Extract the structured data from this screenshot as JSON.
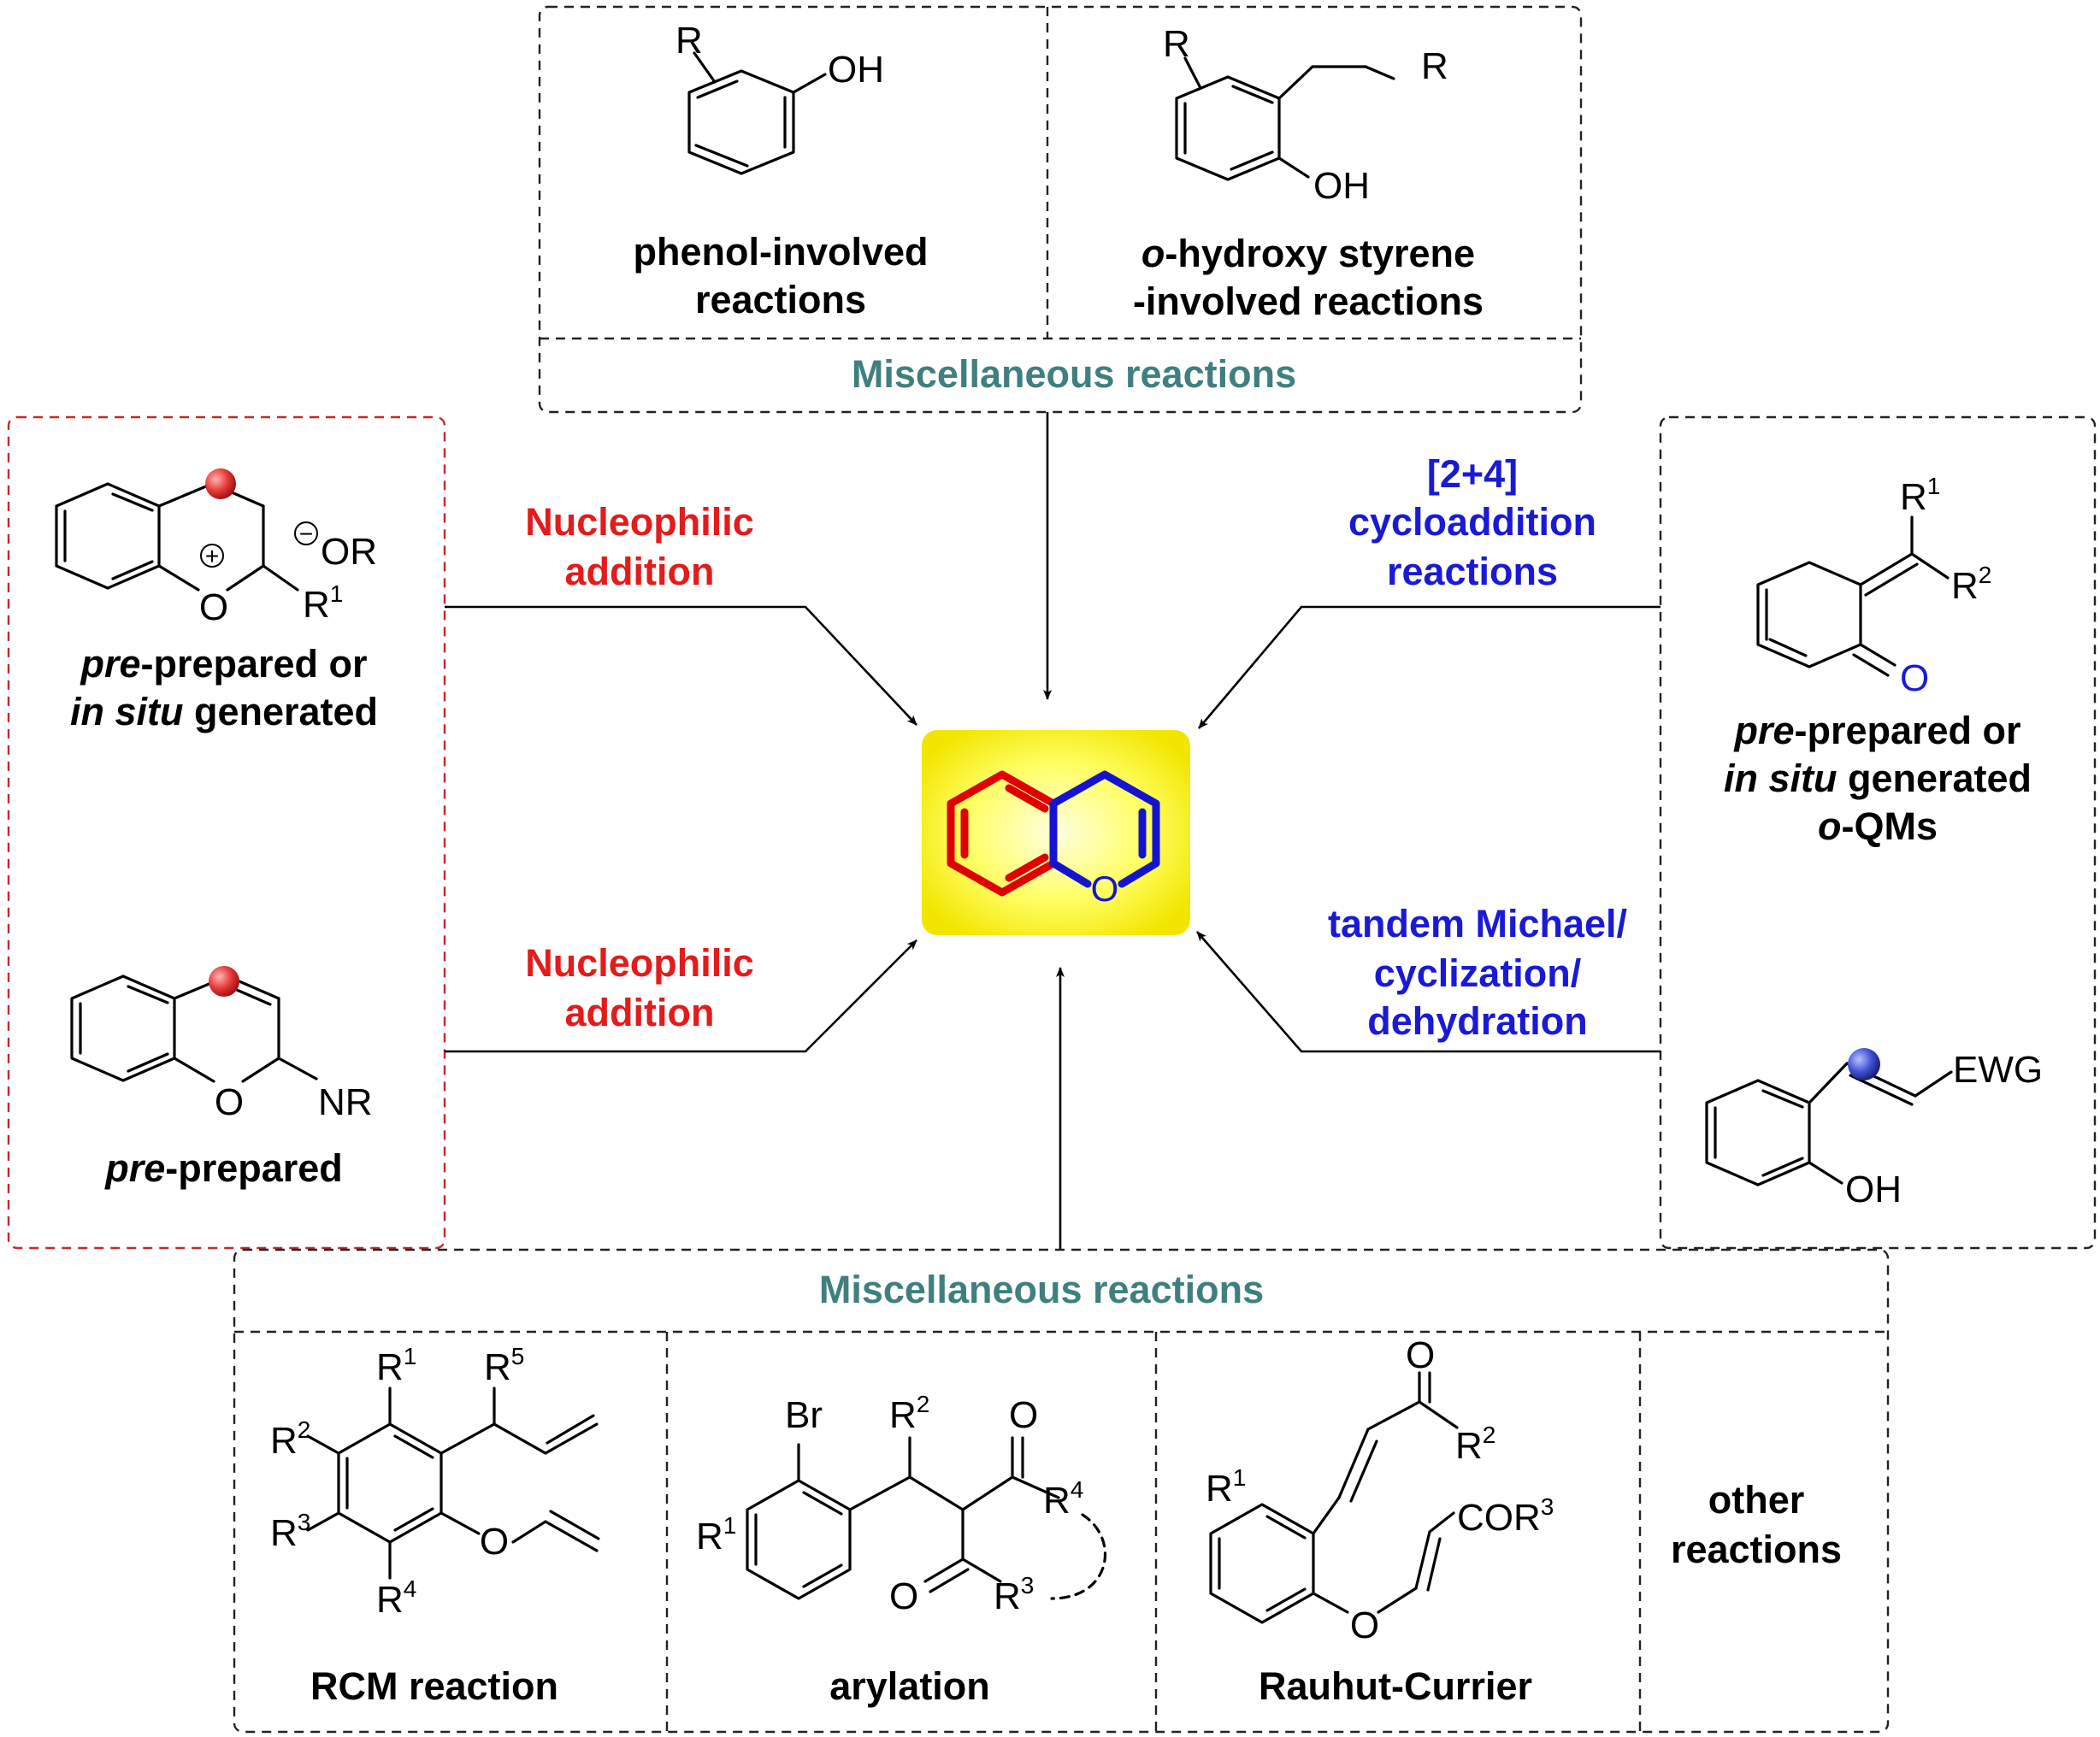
{
  "colors": {
    "red_label": "#e31b1b",
    "blue_label": "#1a1ad6",
    "teal_label": "#3f7f7f",
    "core_bg": "#ffff33",
    "core_red_ring": "#e00000",
    "core_blue_ring": "#1414d0",
    "red_box_border": "#c62828",
    "red_ball": "#e53935",
    "blue_ball": "#3f51d4"
  },
  "top": {
    "phenol": {
      "lines": [
        "phenol-involved",
        "reactions"
      ],
      "atoms": {
        "r": "R",
        "oh": "OH"
      }
    },
    "styrene": {
      "line1_italic": "o",
      "line1_rest": "-hydroxy styrene",
      "line2": "-involved reactions",
      "atoms": {
        "r1": "R",
        "r2": "R",
        "oh": "OH"
      }
    },
    "caption": "Miscellaneous reactions"
  },
  "left": {
    "pyrylium": {
      "atoms": {
        "plus": "+",
        "minus": "−",
        "or": "OR",
        "o": "O",
        "r1": "R",
        "r1_sup": "1"
      },
      "caption_line1_italic": "pre",
      "caption_line1_rest": "-prepared or",
      "caption_line2_italic": "in situ",
      "caption_line2_rest": " generated"
    },
    "imine": {
      "atoms": {
        "o": "O",
        "nr": "NR"
      },
      "caption_italic": "pre",
      "caption_rest": "-prepared"
    }
  },
  "arrows": {
    "left_top": [
      "Nucleophilic",
      "addition"
    ],
    "left_bottom": [
      "Nucleophilic",
      "addition"
    ],
    "right_top": [
      "[2+4]",
      "cycloaddition",
      "reactions"
    ],
    "right_bottom": [
      "tandem Michael/",
      "cyclization/",
      "dehydration"
    ]
  },
  "core": {
    "atoms": {
      "o": "O"
    }
  },
  "right": {
    "oqm": {
      "atoms": {
        "r1": "R",
        "r1_sup": "1",
        "r2": "R",
        "r2_sup": "2",
        "o": "O"
      },
      "caption_line1_italic": "pre",
      "caption_line1_rest": "-prepared or",
      "caption_line2_italic": "in situ",
      "caption_line2_rest": " generated",
      "caption_line3_italic": "o",
      "caption_line3_rest": "-QMs"
    },
    "vinylphenol": {
      "atoms": {
        "ewg": "EWG",
        "oh": "OH"
      }
    }
  },
  "bottom": {
    "caption": "Miscellaneous reactions",
    "rcm": {
      "label": "RCM reaction",
      "atoms": {
        "r1": "R",
        "r1_sup": "1",
        "r2": "R",
        "r2_sup": "2",
        "r3": "R",
        "r3_sup": "3",
        "r4": "R",
        "r4_sup": "4",
        "r5": "R",
        "r5_sup": "5",
        "o": "O"
      }
    },
    "arylation": {
      "label": "arylation",
      "atoms": {
        "br": "Br",
        "r1": "R",
        "r1_sup": "1",
        "r2": "R",
        "r2_sup": "2",
        "r3": "R",
        "r3_sup": "3",
        "r4": "R",
        "r4_sup": "4",
        "o1": "O",
        "o2": "O"
      }
    },
    "rauhut": {
      "label": "Rauhut-Currier",
      "atoms": {
        "o1": "O",
        "o2": "O",
        "r1": "R",
        "r1_sup": "1",
        "r2": "R",
        "r2_sup": "2",
        "cor3": "COR",
        "cor3_sup": "3"
      }
    },
    "other": {
      "lines": [
        "other",
        "reactions"
      ]
    }
  }
}
